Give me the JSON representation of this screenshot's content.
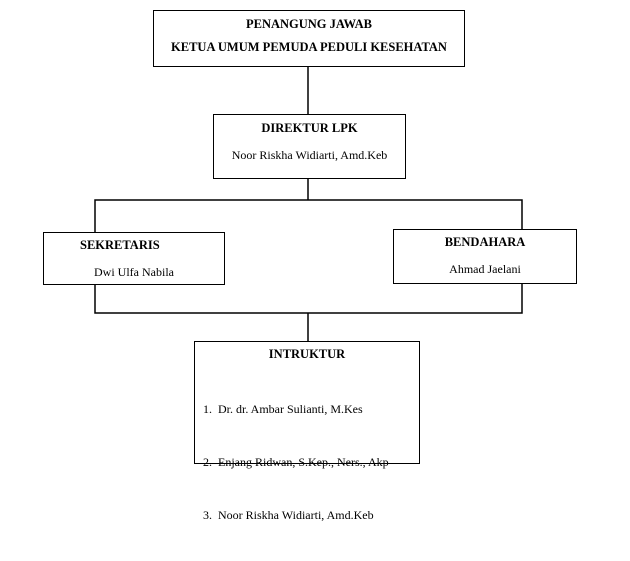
{
  "penanggung": {
    "title": "PENANGUNG JAWAB",
    "subtitle": "KETUA UMUM PEMUDA PEDULI KESEHATAN"
  },
  "direktur": {
    "title": "DIREKTUR LPK",
    "name": "Noor Riskha Widiarti, Amd.Keb"
  },
  "sekretaris": {
    "title": "SEKRETARIS",
    "name": "Dwi Ulfa Nabila"
  },
  "bendahara": {
    "title": "BENDAHARA",
    "name": "Ahmad Jaelani"
  },
  "instruktur": {
    "title": "INTRUKTUR",
    "members": [
      "1.  Dr. dr. Ambar Sulianti, M.Kes",
      "2.  Enjang Ridwan, S.Kep., Ners., Akp",
      "3.  Noor Riskha Widiarti, Amd.Keb"
    ]
  }
}
